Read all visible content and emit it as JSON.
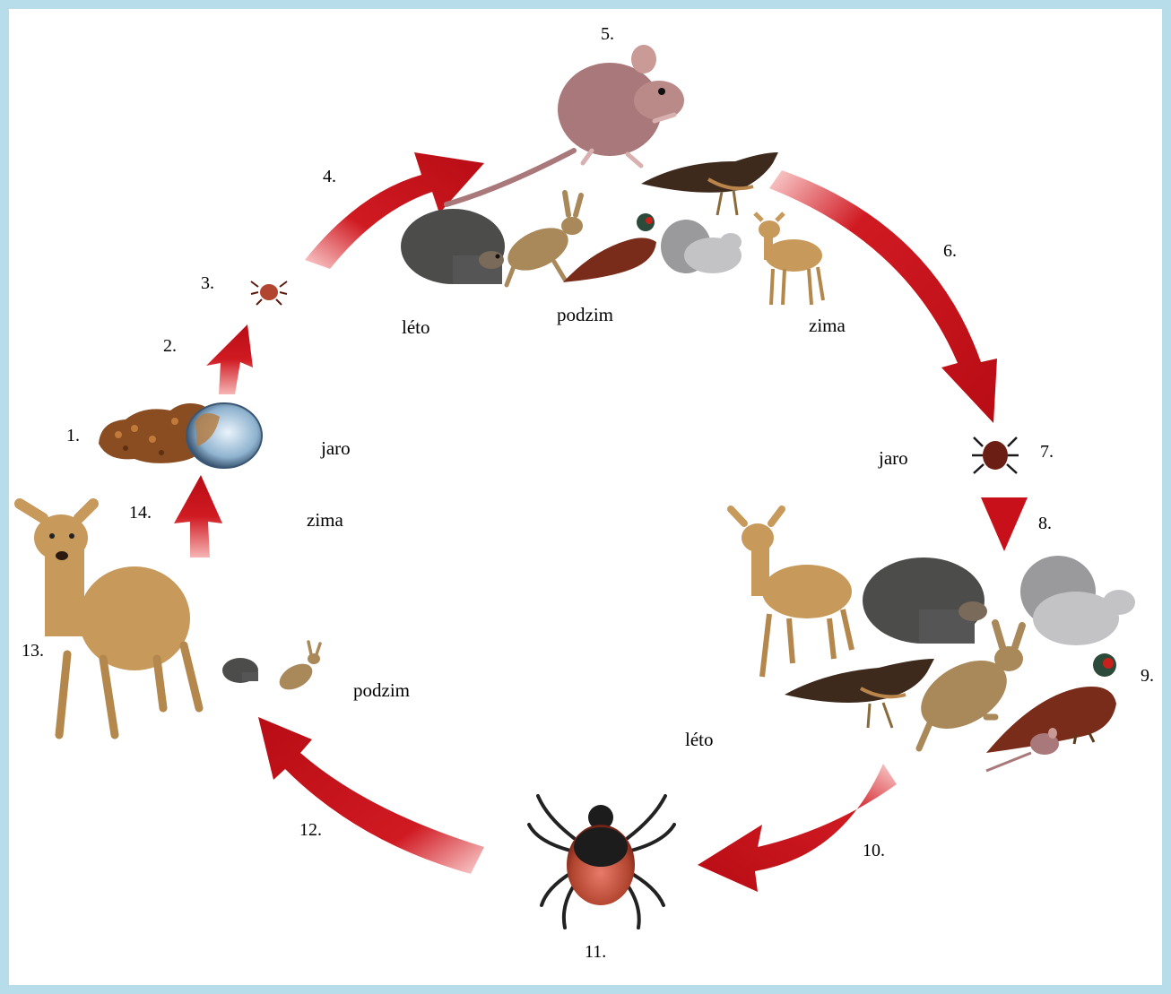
{
  "colors": {
    "frame": "#b7dcea",
    "arrow": "#c8101a",
    "arrow_light": "#f3a6a6",
    "deer": "#c79a5c",
    "rodent": "#a9787a",
    "hedgehog": "#4c4c4a",
    "squirrel": "#b9b9bb",
    "bird": "#3e2a1d",
    "tick": "#b2452f"
  },
  "steps": [
    {
      "id": "1",
      "label": "1."
    },
    {
      "id": "2",
      "label": "2."
    },
    {
      "id": "3",
      "label": "3."
    },
    {
      "id": "4",
      "label": "4."
    },
    {
      "id": "5",
      "label": "5."
    },
    {
      "id": "6",
      "label": "6."
    },
    {
      "id": "7",
      "label": "7."
    },
    {
      "id": "8",
      "label": "8."
    },
    {
      "id": "9",
      "label": "9."
    },
    {
      "id": "10",
      "label": "10."
    },
    {
      "id": "11",
      "label": "11."
    },
    {
      "id": "12",
      "label": "12."
    },
    {
      "id": "13",
      "label": "13."
    },
    {
      "id": "14",
      "label": "14."
    }
  ],
  "seasons": {
    "leto_top": "léto",
    "podzim_top": "podzim",
    "zima_top": "zima",
    "jaro_right": "jaro",
    "leto_right": "léto",
    "podzim_left": "podzim",
    "jaro_left": "jaro",
    "zima_left": "zima"
  }
}
